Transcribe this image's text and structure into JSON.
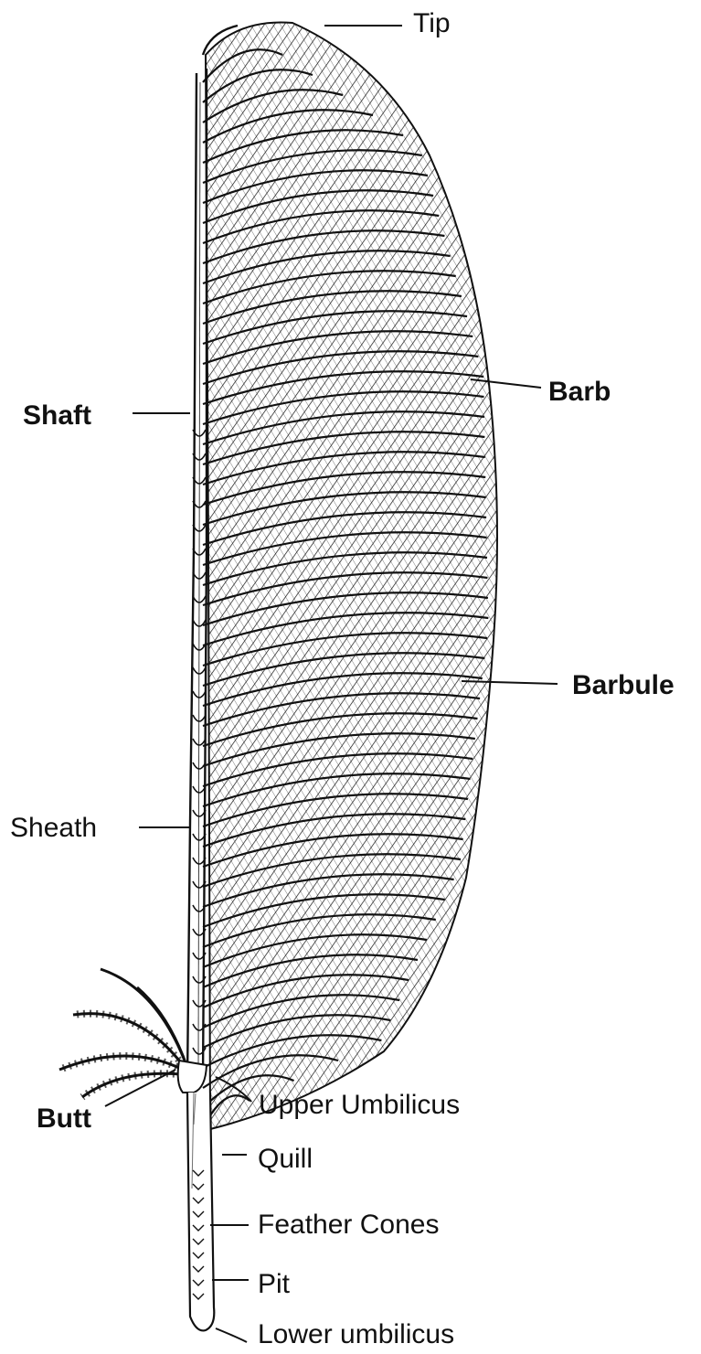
{
  "diagram": {
    "labels": {
      "tip": "Tip",
      "barb": "Barb",
      "shaft": "Shaft",
      "barbule": "Barbule",
      "sheath": "Sheath",
      "butt": "Butt",
      "upper_umbilicus": "Upper Umbilicus",
      "quill": "Quill",
      "feather_cones": "Feather Cones",
      "pit": "Pit",
      "lower_umbilicus": "Lower umbilicus"
    },
    "colors": {
      "ink": "#111111",
      "paper": "#ffffff"
    }
  }
}
